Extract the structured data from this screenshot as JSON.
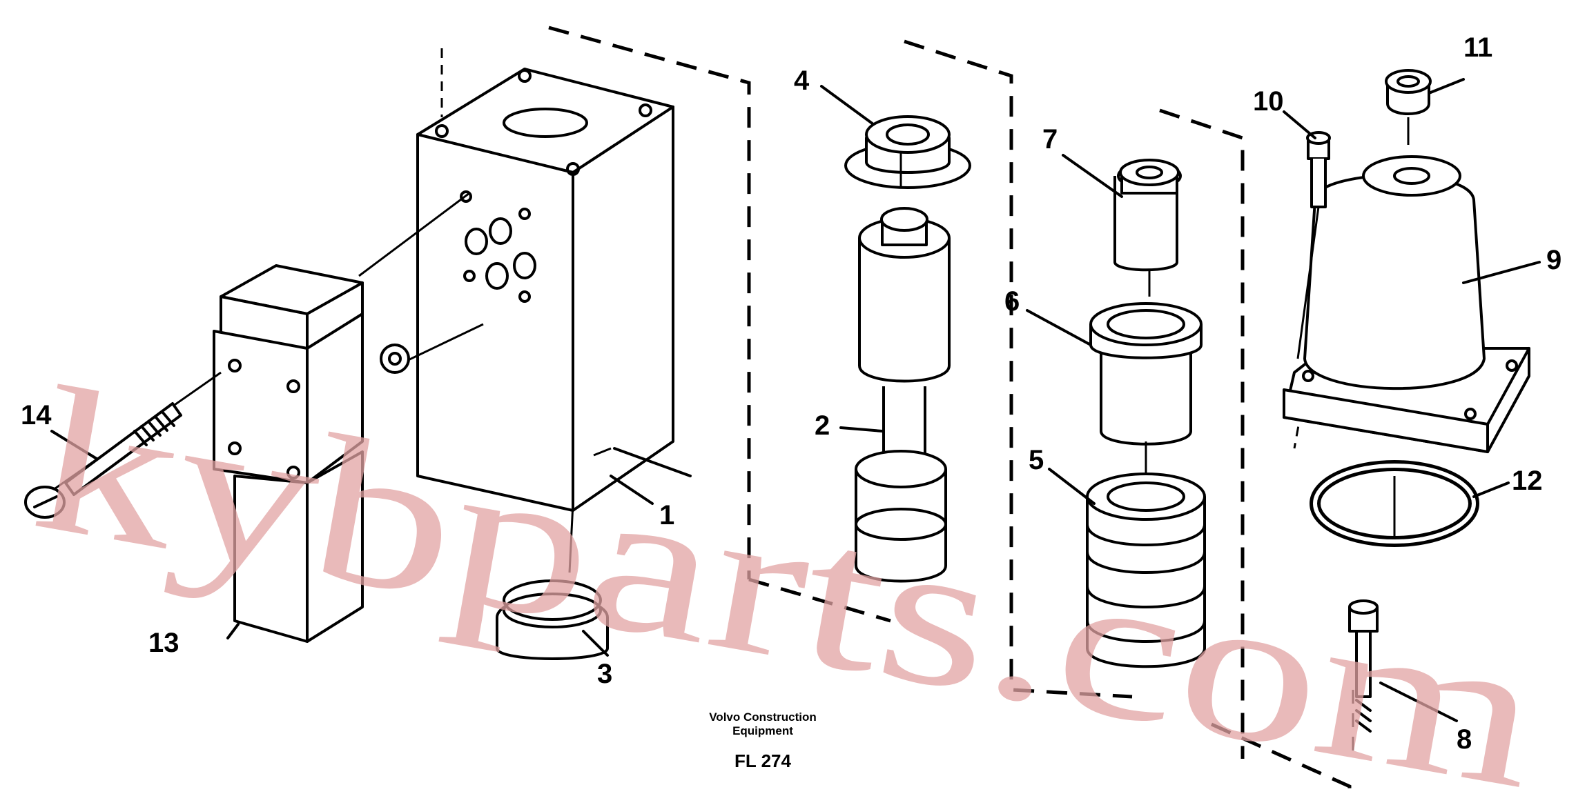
{
  "diagram": {
    "caption_line1": "Volvo Construction",
    "caption_line2": "Equipment",
    "figure_code": "FL 274",
    "watermark": "kybparts.com",
    "callouts": [
      "1",
      "2",
      "3",
      "4",
      "5",
      "6",
      "7",
      "8",
      "9",
      "10",
      "11",
      "12",
      "13",
      "14"
    ]
  }
}
